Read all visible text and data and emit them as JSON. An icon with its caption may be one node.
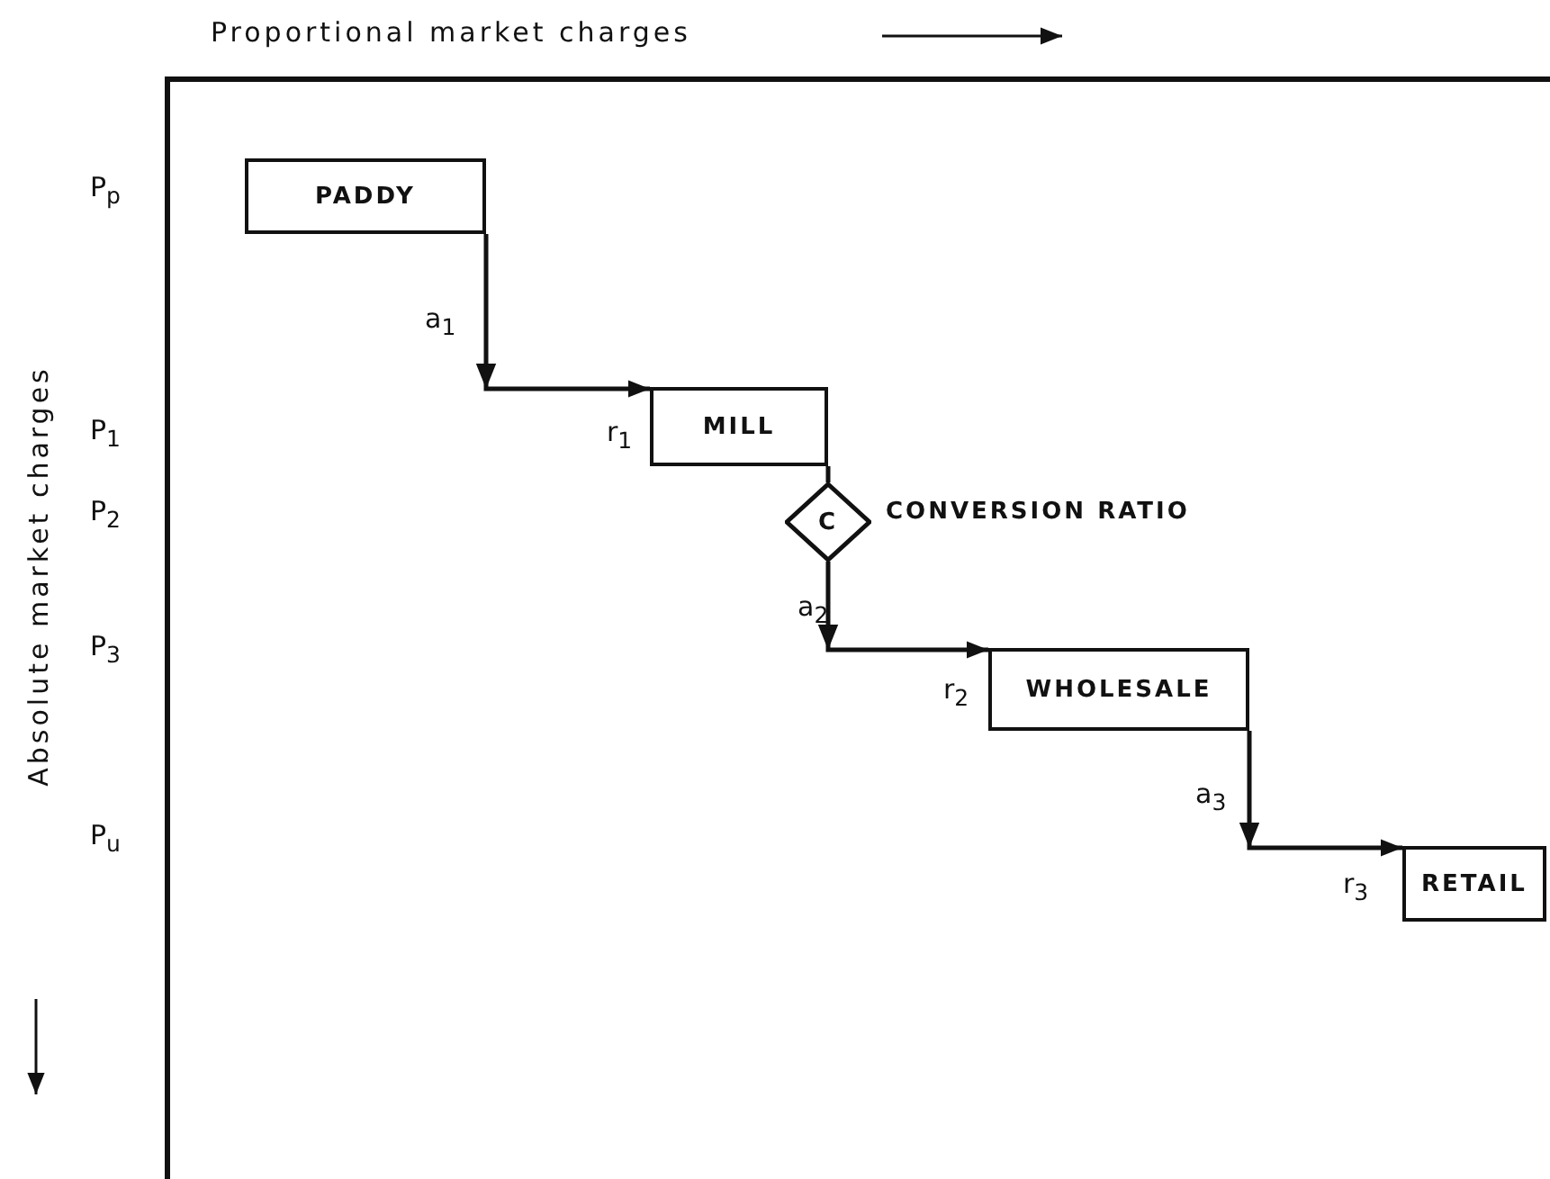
{
  "diagram": {
    "nodes": [
      {
        "text": [
          "PADDY"
        ]
      },
      {
        "text": [
          "MILL"
        ]
      },
      {
        "text": [
          "C"
        ],
        "beside": [
          "CONVERSION RATIO"
        ]
      },
      {
        "text": [
          "WHOLESALE"
        ]
      },
      {
        "text": [
          "RETAIL"
        ]
      }
    ],
    "edges": [
      {
        "from": 0,
        "to": 1,
        "arrow": "to"
      },
      {
        "from": 1,
        "to": 2,
        "arrow": "none"
      },
      {
        "from": 2,
        "to": 3,
        "arrow": "to"
      },
      {
        "from": 3,
        "to": 4,
        "arrow": "to"
      }
    ],
    "labels": [
      "Proportional market charges",
      "Absolute market charges",
      "P$_{p}$",
      "a$_{1}$",
      "P$_{1}$",
      "r$_{1}$",
      "P$_{2}$",
      "a$_{2}$",
      "P$_{3}$",
      "r$_{2}$",
      "a$_{3}$",
      "P$_{u}$",
      "r$_{3}$"
    ]
  }
}
